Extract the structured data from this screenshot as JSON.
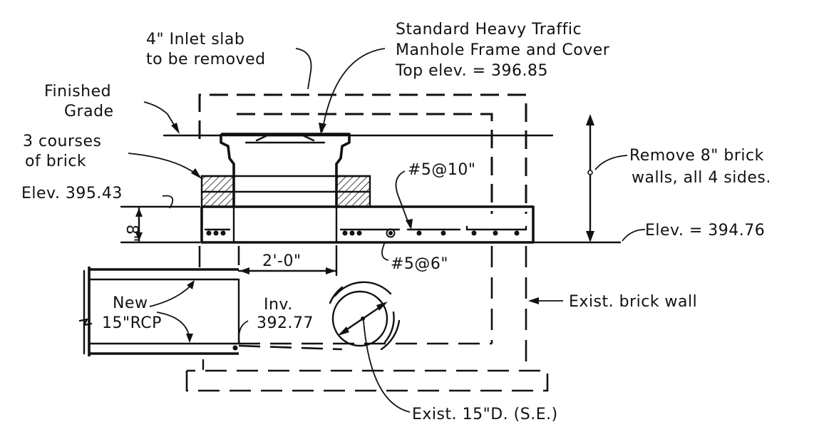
{
  "labels": {
    "inlet_slab_line1": "4\" Inlet slab",
    "inlet_slab_line2": "to be removed",
    "manhole_line1": "Standard Heavy Traffic",
    "manhole_line2": "Manhole Frame and Cover",
    "manhole_line3": "Top elev. = 396.85",
    "finished_grade_line1": "Finished",
    "finished_grade_line2": "Grade",
    "courses_line1": "3 courses",
    "courses_line2": "of brick",
    "elev_brick": "Elev. 395.43",
    "slab_thickness": "8\"",
    "rebar_top": "#5@10\"",
    "rebar_bottom": "#5@6\"",
    "remove_walls_line1": "Remove 8\" brick",
    "remove_walls_line2": "walls, all 4 sides.",
    "elev_slab": "Elev. = 394.76",
    "dimension_2ft": "2'-0\"",
    "new_pipe_line1": "New",
    "new_pipe_line2": "15\"RCP",
    "invert_line1": "Inv.",
    "invert_line2": "392.77",
    "exist_brick_wall": "Exist. brick wall",
    "exist_pipe": "Exist. 15\"D. (S.E.)"
  }
}
